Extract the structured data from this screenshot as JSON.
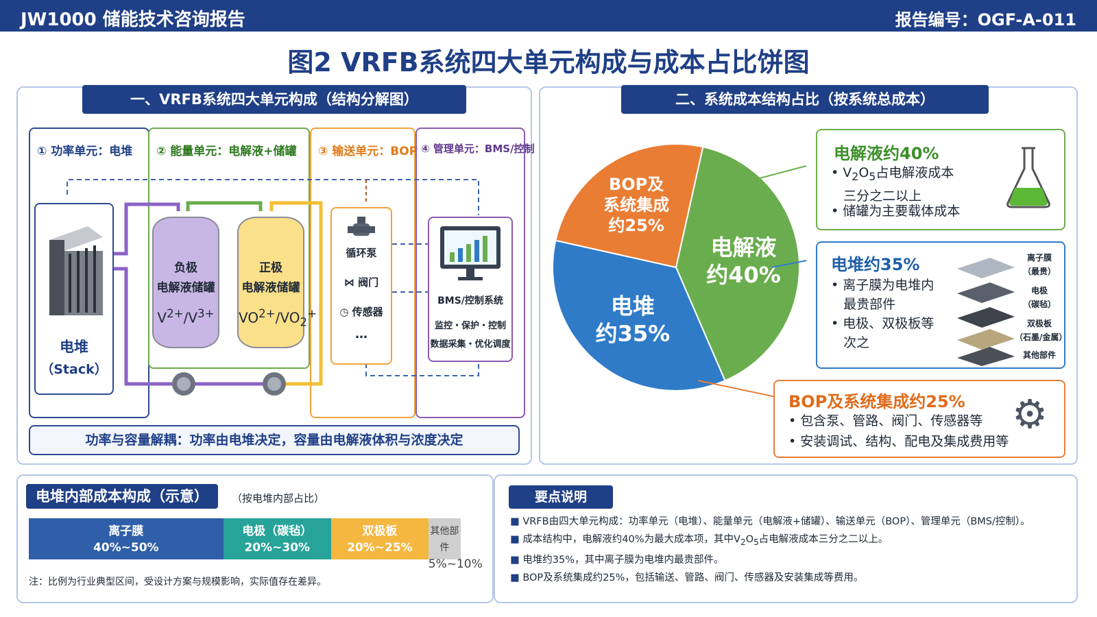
{
  "header": {
    "left": "JW1000 储能技术咨询报告",
    "right": "报告编号：OGF-A-011"
  },
  "figure_title": "图2  VRFB系统四大单元构成与成本占比饼图",
  "left_panel": {
    "title": "一、VRFB系统四大单元构成（结构分解图）",
    "units": [
      {
        "label": "① 功率单元：电堆"
      },
      {
        "label": "② 能量单元：电解液+储罐"
      },
      {
        "label": "③ 输送单元：BOP"
      },
      {
        "label": "④ 管理单元：BMS/控制"
      }
    ],
    "stack": {
      "line1": "电堆",
      "line2": "（Stack）"
    },
    "tank_neg": {
      "line1": "负极",
      "line2": "电解液储罐",
      "ions": "V2+/V3+"
    },
    "tank_pos": {
      "line1": "正极",
      "line2": "电解液储罐",
      "ions": "VO2+/VO2+"
    },
    "bop": {
      "pump": "循环泵",
      "valve": "阀门",
      "sensor": "传感器",
      "more": "…"
    },
    "bms": {
      "line1": "BMS/控制系统",
      "line2": "监控・保护・控制",
      "line3": "数据采集・优化调度"
    },
    "footer": "功率与容量解耦：功率由电堆决定，容量由电解液体积与浓度决定"
  },
  "right_panel": {
    "title": "二、系统成本结构占比（按系统总成本）",
    "callouts": [
      {
        "title": "电解液约40%",
        "bullets": [
          "V2O5占电解液成本三分之二以上",
          "储罐为主要载体成本"
        ]
      },
      {
        "title": "电堆约35%",
        "bullets": [
          "离子膜为电堆内最贵部件",
          "电极、双极板等次之"
        ],
        "layers": [
          "离子膜（最贵）",
          "电极（碳毡）",
          "双极板（石墨/金属）",
          "其他部件"
        ]
      },
      {
        "title": "BOP及系统集成约25%",
        "bullets": [
          "包含泵、管路、阀门、传感器等",
          "安装调试、结构、配电及集成费用等"
        ]
      }
    ]
  },
  "chart_data": [
    {
      "type": "pie",
      "slices": [
        {
          "label": "电解液\n约40%",
          "value": 40,
          "color": "#6aad4e"
        },
        {
          "label": "电堆\n约35%",
          "value": 35,
          "color": "#2f7bc8"
        },
        {
          "label": "BOP及\n系统集成\n约25%",
          "value": 25,
          "color": "#ea7d34"
        }
      ]
    },
    {
      "type": "bar",
      "orientation": "stacked-horizontal",
      "title": "电堆内部成本构成（示意）",
      "subtitle": "（按电堆内部占比）",
      "segments": [
        {
          "label": "离子膜",
          "range": "40%~50%",
          "value": 45,
          "color": "#2f5fa8"
        },
        {
          "label": "电极（碳毡）",
          "range": "20%~30%",
          "value": 25,
          "color": "#27a39a"
        },
        {
          "label": "双极板",
          "range": "20%~25%",
          "value": 22.5,
          "color": "#f4b740"
        },
        {
          "label": "其他部件",
          "range": "5%~10%",
          "value": 7.5,
          "color": "#cfcfcf"
        }
      ],
      "note": "注：比例为行业典型区间，受设计方案与规模影响，实际值存在差异。"
    }
  ],
  "key_points": {
    "title": "要点说明",
    "items": [
      "VRFB由四大单元构成：功率单元（电堆）、能量单元（电解液+储罐）、输送单元（BOP）、管理单元（BMS/控制）。",
      "成本结构中，电解液约40%为最大成本项，其中V2O5占电解液成本三分之二以上。",
      "电堆约35%，其中离子膜为电堆内最贵部件。",
      "BOP及系统集成约25%，包括输送、管路、阀门、传感器及安装集成等费用。"
    ]
  }
}
